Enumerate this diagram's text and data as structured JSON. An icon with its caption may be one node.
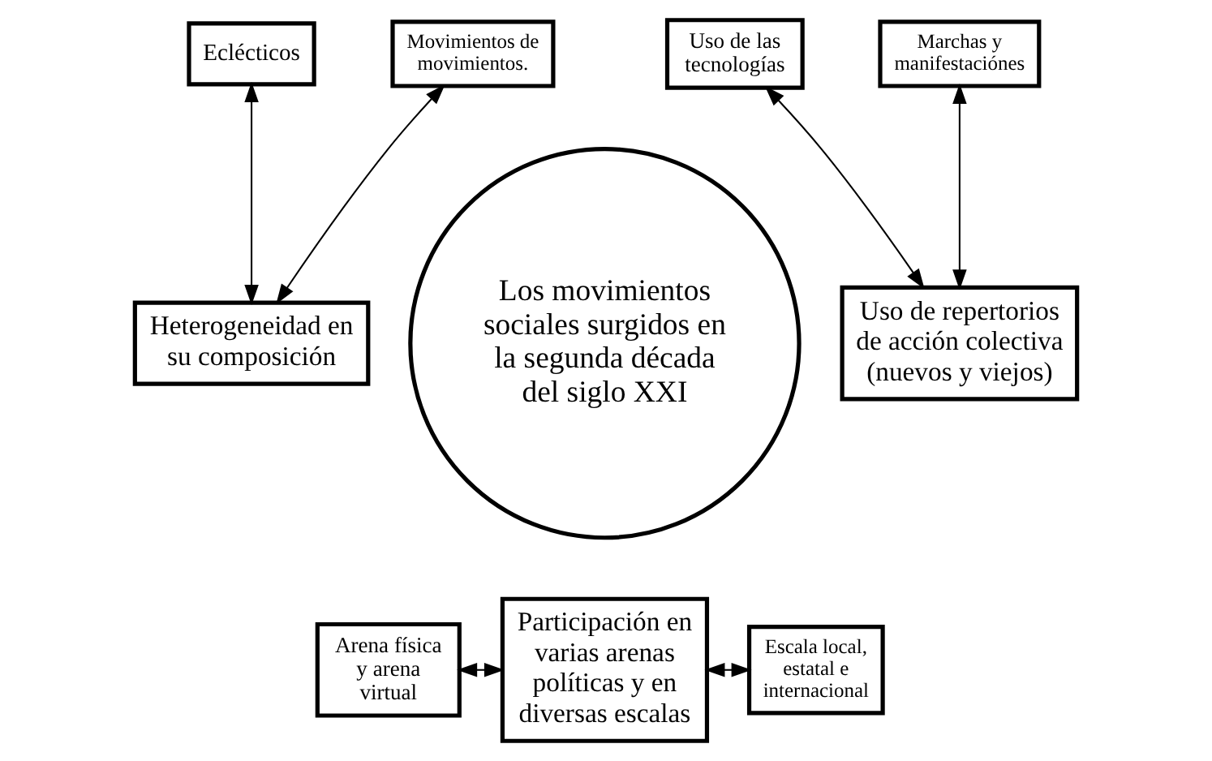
{
  "diagram": {
    "nodes": [
      {
        "text": [
          "Los movimientos sociales surgidos en la segunda década del siglo XXI"
        ]
      },
      {
        "text": [
          "Eclécticos"
        ]
      },
      {
        "text": [
          "Movimientos de movimientos."
        ]
      },
      {
        "text": [
          "Heterogeneidad en su composición"
        ]
      },
      {
        "text": [
          "Uso de las tecnologías"
        ]
      },
      {
        "text": [
          "Marchas y manifestaciónes"
        ]
      },
      {
        "text": [
          "Uso de repertorios de acción colectiva (nuevos y viejos)"
        ]
      },
      {
        "text": [
          "Arena física y arena virtual"
        ]
      },
      {
        "text": [
          "Participación en varias arenas políticas y en diversas escalas"
        ]
      },
      {
        "text": [
          "Escala local, estatal e internacional"
        ]
      }
    ],
    "edges": [
      {
        "from": 1,
        "to": 3,
        "arrow": "both"
      },
      {
        "from": 2,
        "to": 3,
        "arrow": "both"
      },
      {
        "from": 4,
        "to": 6,
        "arrow": "both"
      },
      {
        "from": 5,
        "to": 6,
        "arrow": "both"
      },
      {
        "from": 7,
        "to": 8,
        "arrow": "both"
      },
      {
        "from": 8,
        "to": 9,
        "arrow": "both"
      }
    ]
  }
}
